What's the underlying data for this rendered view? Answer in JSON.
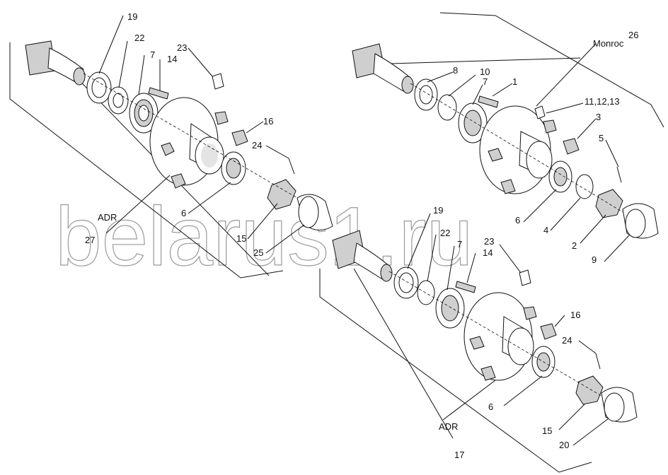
{
  "watermark": "belarus1.ru",
  "groups": [
    {
      "labels": [
        "19",
        "22",
        "7",
        "23",
        "14",
        "16",
        "24",
        "6",
        "15",
        "25",
        "ADR",
        "27"
      ]
    },
    {
      "labels": [
        "8",
        "10",
        "7",
        "1",
        "26",
        "Monroc",
        "11,12,13",
        "3",
        "5",
        "6",
        "4",
        "2",
        "9"
      ]
    },
    {
      "labels": [
        "19",
        "22",
        "7",
        "23",
        "14",
        "16",
        "24",
        "6",
        "15",
        "20",
        "ADR",
        "17"
      ]
    }
  ]
}
